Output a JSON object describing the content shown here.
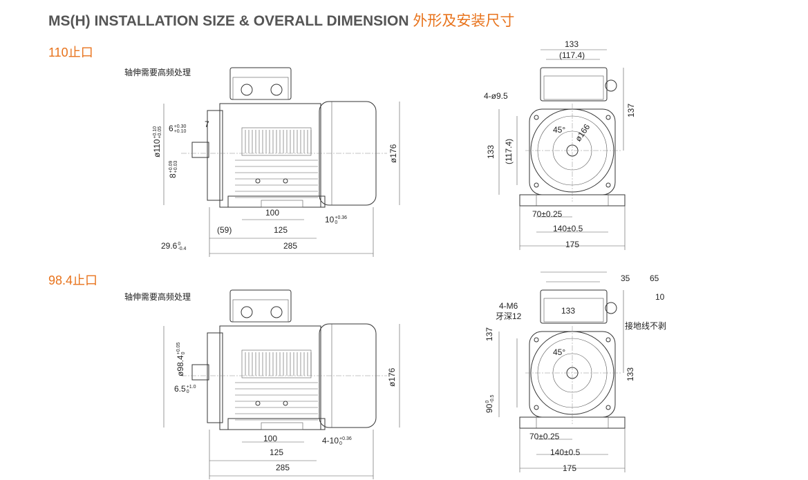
{
  "title": {
    "en": "MS(H) INSTALLATION SIZE & OVERALL DIMENSION",
    "cn": "外形及安装尺寸"
  },
  "sections": [
    {
      "label": "110止口",
      "note": "轴伸需要高频处理",
      "side": {
        "spigot_dia": "ø110",
        "spigot_tol": [
          "+0.10",
          "+0.05"
        ],
        "spigot_depth": "6",
        "spigot_depth_tol": [
          "+0.30",
          "+0.10"
        ],
        "flange_thk": "7",
        "key": "8",
        "key_tol": [
          "+0.09",
          "+0.03"
        ],
        "body_dia": "ø176",
        "foot_c": "100",
        "slot": "10",
        "slot_tol": [
          "+0.36",
          "0"
        ],
        "shaft_gap": "(59)",
        "foot_span": "125",
        "length": "285",
        "shaft_len": "29.6",
        "shaft_len_tol": [
          "0",
          "-0.4"
        ]
      },
      "front": {
        "top_w": "133",
        "top_w_ref": "(117.4)",
        "holes": "4-ø9.5",
        "height_top": "137",
        "angle": "45°",
        "pcd": "ø166",
        "sq": "133",
        "sq_ref": "(117.4)",
        "half_base": "70±0.25",
        "base_holes": "140±0.5",
        "base_w": "175"
      }
    },
    {
      "label": "98.4止口",
      "note": "轴伸需要高频处理",
      "side": {
        "spigot_dia": "ø98.4",
        "spigot_tol": [
          "+0.05",
          "0"
        ],
        "spigot_depth": "6.5",
        "spigot_depth_tol": [
          "+1.0",
          "0"
        ],
        "body_dia": "ø176",
        "foot_c": "100",
        "slot": "4-10",
        "slot_tol": [
          "+0.36",
          "0"
        ],
        "foot_span": "125",
        "length": "285"
      },
      "front": {
        "cable_a": "35",
        "cable_b": "65",
        "strip": "10",
        "holes": "4-M6",
        "thread_depth": "牙深12",
        "top_w": "133",
        "height_top": "137",
        "ground": "接地线不剥",
        "angle": "45°",
        "sq": "133",
        "shaft_h": "90",
        "shaft_h_tol": [
          "0",
          "-0.5"
        ],
        "half_base": "70±0.25",
        "base_holes": "140±0.5",
        "base_w": "175"
      }
    }
  ]
}
